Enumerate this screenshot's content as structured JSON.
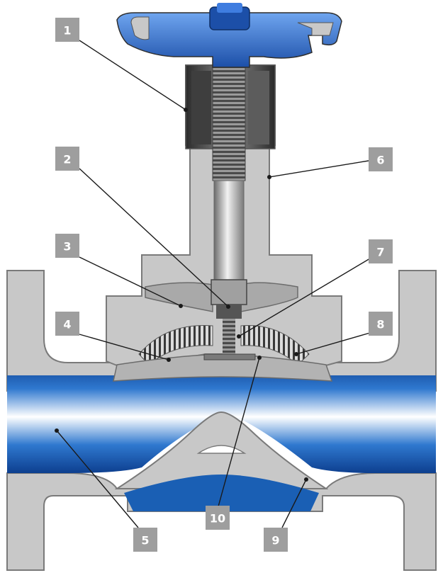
{
  "diagram": {
    "callouts": [
      {
        "id": "1",
        "label": "1"
      },
      {
        "id": "2",
        "label": "2"
      },
      {
        "id": "3",
        "label": "3"
      },
      {
        "id": "4",
        "label": "4"
      },
      {
        "id": "5",
        "label": "5"
      },
      {
        "id": "6",
        "label": "6"
      },
      {
        "id": "7",
        "label": "7"
      },
      {
        "id": "8",
        "label": "8"
      },
      {
        "id": "9",
        "label": "9"
      },
      {
        "id": "10",
        "label": "10"
      }
    ],
    "colors": {
      "body": "#c8c8c8",
      "body_edge": "#7a7a7a",
      "flow_blue": "#1a5fb4",
      "handwheel_blue": "#2f6fd1",
      "badge": "#9e9e9e"
    }
  }
}
